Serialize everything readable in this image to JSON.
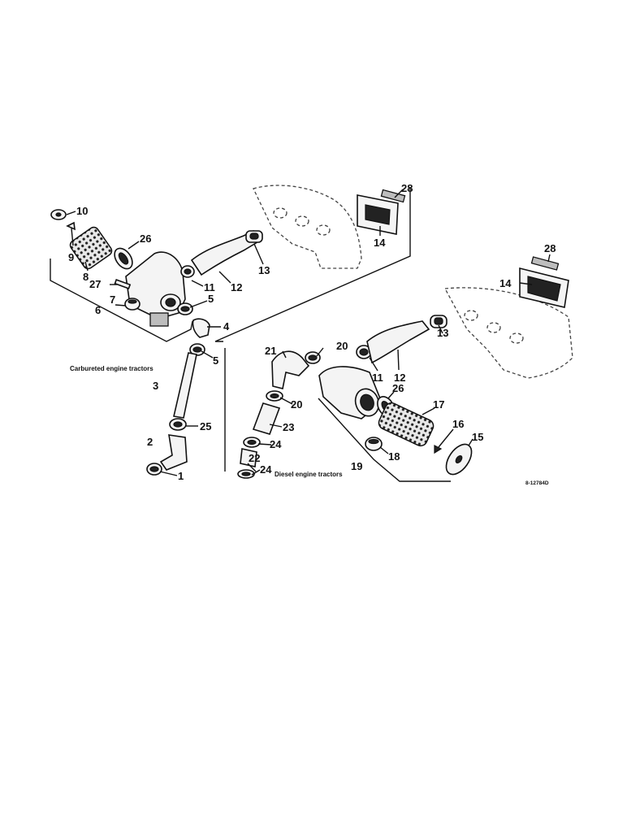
{
  "figure": {
    "reference_code": "8-12784D",
    "captions": {
      "carbureted": "Carbureted engine tractors",
      "diesel": "Diesel engine tractors"
    },
    "callouts": {
      "c1": "1",
      "c2": "2",
      "c3": "3",
      "c4": "4",
      "c5a": "5",
      "c5b": "5",
      "c6": "6",
      "c7": "7",
      "c8": "8",
      "c9": "9",
      "c10": "10",
      "c11a": "11",
      "c11b": "11",
      "c12a": "12",
      "c12b": "12",
      "c13a": "13",
      "c13b": "13",
      "c14a": "14",
      "c14b": "14",
      "c15": "15",
      "c16": "16",
      "c17": "17",
      "c18": "18",
      "c19": "19",
      "c20a": "20",
      "c20b": "20",
      "c21": "21",
      "c22": "22",
      "c23": "23",
      "c24a": "24",
      "c24b": "24",
      "c25": "25",
      "c26a": "26",
      "c26b": "26",
      "c27": "27",
      "c28a": "28",
      "c28b": "28"
    }
  }
}
